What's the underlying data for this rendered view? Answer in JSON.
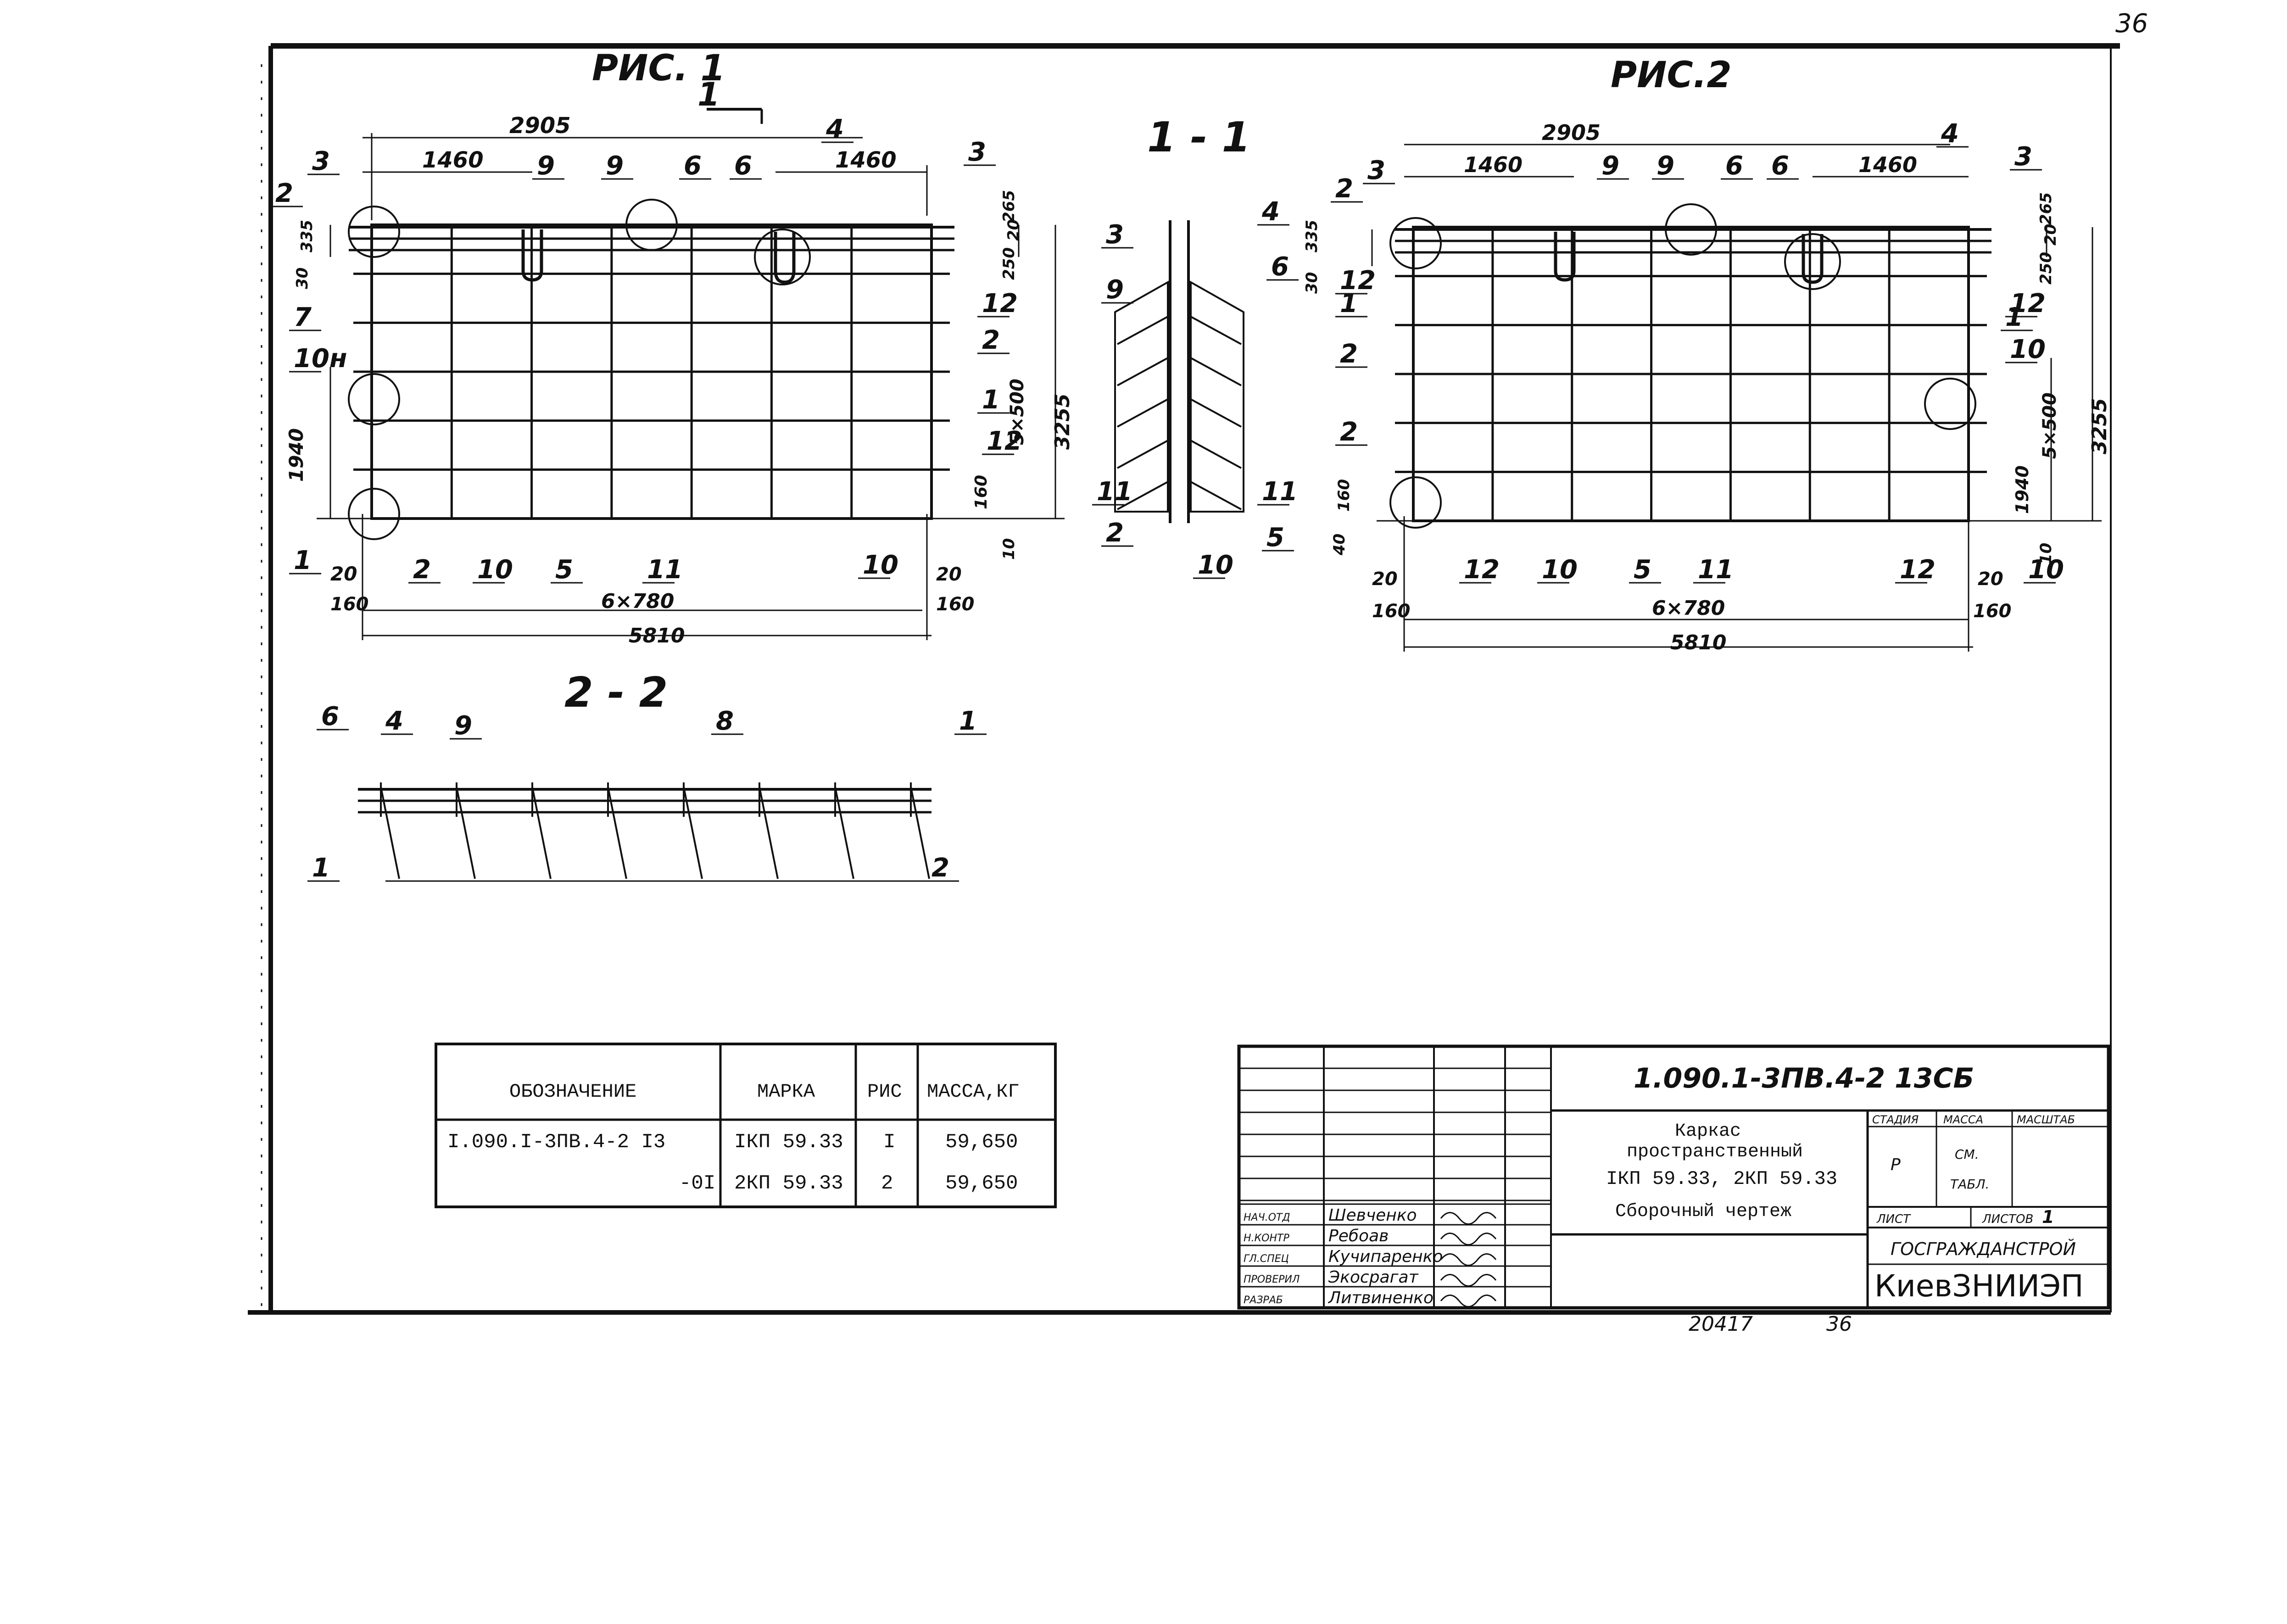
{
  "page_number": "36",
  "figures": {
    "fig1": {
      "title": "РИС. 1",
      "section_marks": [
        "1",
        "2"
      ],
      "dims": {
        "top_total": "2905",
        "top_left": "1460",
        "top_right": "1460",
        "right_265": "265",
        "right_20": "20",
        "right_250": "250",
        "height": "3255",
        "pitch": "5×500",
        "right_160": "160",
        "right_10": "10",
        "left_335": "335",
        "left_30": "30",
        "left_1940": "1940",
        "bottom_20": "20",
        "bottom_160_left": "160",
        "bottom_pitch": "6×780",
        "bottom_20_right": "20",
        "bottom_160_right": "160",
        "total_length": "5810"
      },
      "labels": [
        "3",
        "2",
        "9",
        "9",
        "6",
        "6",
        "4",
        "3",
        "12",
        "2",
        "1",
        "12",
        "7",
        "10н",
        "1",
        "2",
        "10",
        "5",
        "11",
        "10"
      ]
    },
    "fig2": {
      "title": "РИС.2",
      "dims": {
        "top_total": "2905",
        "top_left": "1460",
        "top_right": "1460",
        "right_265": "265",
        "right_20": "20",
        "right_250": "250",
        "height": "3255",
        "pitch": "5×500",
        "right_1940": "1940",
        "right_10": "10",
        "left_335": "335",
        "left_30": "30",
        "left_160": "160",
        "left_40": "40",
        "bottom_20": "20",
        "bottom_160_left": "160",
        "bottom_pitch": "6×780",
        "bottom_20_right": "20",
        "bottom_160_right": "160",
        "total_length": "5810"
      },
      "labels": [
        "3",
        "9",
        "9",
        "6",
        "6",
        "4",
        "3",
        "2",
        "12",
        "1",
        "2",
        "12",
        "1",
        "10",
        "2",
        "12",
        "10",
        "5",
        "11",
        "12",
        "10"
      ]
    },
    "section_11": {
      "title": "1 - 1",
      "labels": [
        "3",
        "9",
        "11",
        "2",
        "4",
        "6",
        "11",
        "5",
        "10"
      ]
    },
    "section_22": {
      "title": "2 - 2",
      "labels": [
        "6",
        "4",
        "9",
        "8",
        "1",
        "1",
        "2"
      ]
    }
  },
  "spec_table": {
    "headers": [
      "ОБОЗНАЧЕНИЕ",
      "МАРКА",
      "РИС",
      "МАССА,КГ"
    ],
    "rows": [
      [
        "I.090.I-3ПВ.4-2 I3",
        "IКП 59.33",
        "I",
        "59,650"
      ],
      [
        "-0I",
        "2КП 59.33",
        "2",
        "59,650"
      ]
    ]
  },
  "title_block": {
    "doc_code": "1.090.1-3ПВ.4-2 13СБ",
    "title_line1": "Каркас",
    "title_line2": "пространственный",
    "title_line3": "IКП 59.33,  2КП 59.33",
    "title_line4": "Сборочный чертеж",
    "stage_header": "СТАДИЯ",
    "mass_header": "МАССА",
    "scale_header": "МАСШТАБ",
    "stage_value": "Р",
    "mass_value_1": "СМ.",
    "mass_value_2": "ТАБЛ.",
    "sheet_label": "ЛИСТ",
    "sheets_label": "ЛИСТОВ",
    "sheets_value": "1",
    "org_line1": "ГОСГРАЖДАНСТРОЙ",
    "org_line2": "КиевЗНИИЭП",
    "signatures": [
      {
        "role": "НАЧ.ОТД",
        "name": "Шевченко"
      },
      {
        "role": "Н.КОНТР",
        "name": "Ребоав"
      },
      {
        "role": "ГЛ.СПЕЦ",
        "name": "Кучипаренко"
      },
      {
        "role": "ПРОВЕРИЛ",
        "name": "Экосрагат"
      },
      {
        "role": "РАЗРАБ",
        "name": "Литвиненко"
      }
    ]
  },
  "footer": {
    "inventory": "20417",
    "page": "36"
  }
}
